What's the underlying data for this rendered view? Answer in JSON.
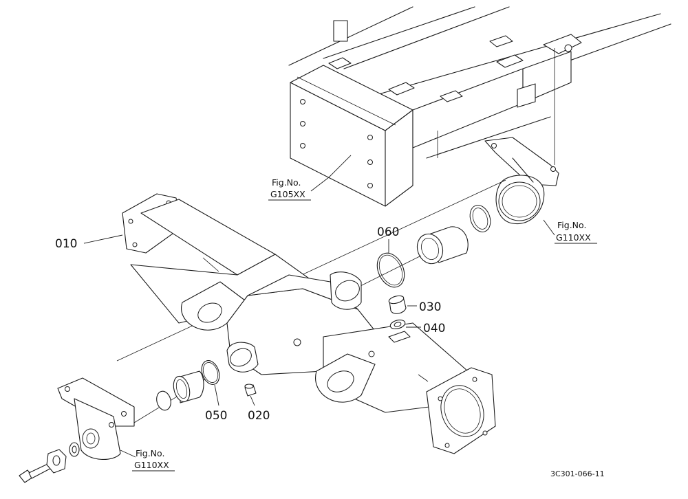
{
  "parts": [
    {
      "id": "p010",
      "label": "010"
    },
    {
      "id": "p020",
      "label": "020"
    },
    {
      "id": "p030",
      "label": "030"
    },
    {
      "id": "p040",
      "label": "040"
    },
    {
      "id": "p050",
      "label": "050"
    },
    {
      "id": "p060",
      "label": "060"
    }
  ],
  "references": [
    {
      "caption": "Fig.No.",
      "number": "G105XX"
    },
    {
      "caption": "Fig.No.",
      "number": "G110XX"
    },
    {
      "caption": "Fig.No.",
      "number": "G110XX"
    }
  ],
  "drawing_code": "3C301-066-11"
}
